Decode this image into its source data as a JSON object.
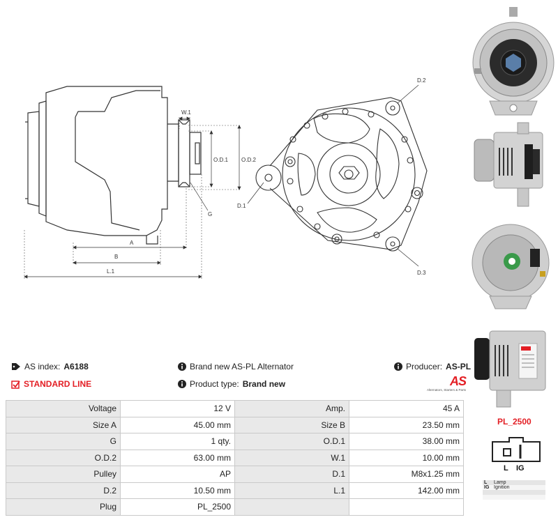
{
  "drawing": {
    "labels": {
      "w1": "W.1",
      "od1": "O.D.1",
      "od2": "O.D.2",
      "g": "G",
      "a": "A",
      "b": "B",
      "l1": "L.1",
      "d1": "D.1",
      "d2": "D.2",
      "d3": "D.3"
    }
  },
  "info": {
    "as_index_label": "AS index:",
    "as_index_value": "A6188",
    "standard_line": "STANDARD LINE",
    "description": "Brand new AS-PL Alternator",
    "product_type_label": "Product type:",
    "product_type_value": "Brand new",
    "producer_label": "Producer:",
    "producer_value": "AS-PL"
  },
  "logo": {
    "text": "AS",
    "tagline": "Alternators, Starters & Parts",
    "color": "#e31e24"
  },
  "specs": {
    "rows": [
      {
        "k1": "Voltage",
        "v1": "12 V",
        "k2": "Amp.",
        "v2": "45 A"
      },
      {
        "k1": "Size A",
        "v1": "45.00 mm",
        "k2": "Size B",
        "v2": "23.50 mm"
      },
      {
        "k1": "G",
        "v1": "1 qty.",
        "k2": "O.D.1",
        "v2": "38.00 mm"
      },
      {
        "k1": "O.D.2",
        "v1": "63.00 mm",
        "k2": "W.1",
        "v2": "10.00 mm"
      },
      {
        "k1": "Pulley",
        "v1": "AP",
        "k2": "D.1",
        "v2": "M8x1.25 mm"
      },
      {
        "k1": "D.2",
        "v1": "10.50 mm",
        "k2": "L.1",
        "v2": "142.00 mm"
      },
      {
        "k1": "Plug",
        "v1": "PL_2500",
        "k2": "",
        "v2": ""
      }
    ]
  },
  "plug": {
    "title": "PL_2500",
    "pin_l": "L",
    "pin_ig": "IG",
    "legend": [
      {
        "key": "L",
        "value": "Lamp"
      },
      {
        "key": "IG",
        "value": "Ignition"
      },
      {
        "key": "",
        "value": ""
      },
      {
        "key": "",
        "value": ""
      }
    ]
  },
  "colors": {
    "accent": "#e31e24",
    "table_key_bg": "#e9e9e9",
    "border": "#c9c9c9"
  }
}
